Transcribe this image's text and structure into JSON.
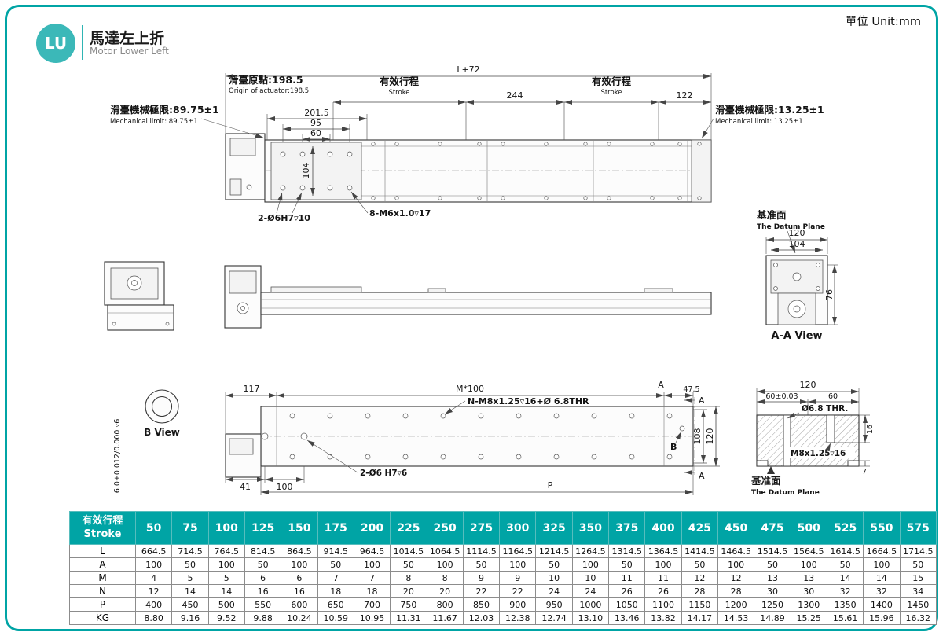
{
  "page": {
    "unit": "單位 Unit:mm",
    "badge": "LU",
    "title_zh": "馬達左上折",
    "title_en": "Motor Lower Left"
  },
  "colors": {
    "accent_teal": "#00A4A5",
    "badge_teal": "#3BB8B8"
  },
  "top_view": {
    "overall": "L+72",
    "origin_zh": "滑臺原點:198.5",
    "origin_en": "Origin of actuator:198.5",
    "stroke_zh": "有效行程",
    "stroke_en": "Stroke",
    "stroke2_zh": "有效行程",
    "stroke2_en": "Stroke",
    "dim_244": "244",
    "dim_122": "122",
    "dim_2015": "201.5",
    "dim_95": "95",
    "dim_60": "60",
    "dim_104": "104",
    "limit_left_zh": "滑臺機械極限:89.75±1",
    "limit_left_en": "Mechanical limit: 89.75±1",
    "limit_right_zh": "滑臺機械極限:13.25±1",
    "limit_right_en": "Mechanical limit: 13.25±1",
    "note_dowel": "2-Ø6H7▿10",
    "note_screw": "8-M6x1.0▿17"
  },
  "aa_view": {
    "datum_zh": "基准面",
    "datum_en": "The Datum Plane",
    "dim_120": "120",
    "dim_104": "104",
    "dim_76": "76",
    "label": "A-A View"
  },
  "b_view": {
    "label": "B View",
    "dim": "6.0+0.012/0.000 ▿6"
  },
  "bottom_view": {
    "dim_117": "117",
    "pitch": "M*100",
    "label_a": "A",
    "dim_475": "47.5",
    "note_thread": "N-M8x1.25▿16+Ø 6.8THR",
    "note_dowel": "2-Ø6 H7▿6",
    "dim_41": "41",
    "dim_100": "100",
    "dim_p": "P",
    "dim_108": "108",
    "dim_120": "120",
    "label_b": "B"
  },
  "section_view": {
    "dim_120": "120",
    "dim_60tol": "60±0.03",
    "dim_60": "60",
    "note_thr": "Ø6.8 THR.",
    "note_m8": "M8x1.25▿16",
    "dim_16": "16",
    "dim_7": "7",
    "datum_zh": "基准面",
    "datum_en": "The Datum Plane"
  },
  "table": {
    "header_label_zh": "有效行程",
    "header_label_en": "Stroke",
    "strokes": [
      "50",
      "75",
      "100",
      "125",
      "150",
      "175",
      "200",
      "225",
      "250",
      "275",
      "300",
      "325",
      "350",
      "375",
      "400",
      "425",
      "450",
      "475",
      "500",
      "525",
      "550",
      "575"
    ],
    "rows": [
      {
        "label": "L",
        "values": [
          "664.5",
          "714.5",
          "764.5",
          "814.5",
          "864.5",
          "914.5",
          "964.5",
          "1014.5",
          "1064.5",
          "1114.5",
          "1164.5",
          "1214.5",
          "1264.5",
          "1314.5",
          "1364.5",
          "1414.5",
          "1464.5",
          "1514.5",
          "1564.5",
          "1614.5",
          "1664.5",
          "1714.5"
        ]
      },
      {
        "label": "A",
        "values": [
          "100",
          "50",
          "100",
          "50",
          "100",
          "50",
          "100",
          "50",
          "100",
          "50",
          "100",
          "50",
          "100",
          "50",
          "100",
          "50",
          "100",
          "50",
          "100",
          "50",
          "100",
          "50"
        ]
      },
      {
        "label": "M",
        "values": [
          "4",
          "5",
          "5",
          "6",
          "6",
          "7",
          "7",
          "8",
          "8",
          "9",
          "9",
          "10",
          "10",
          "11",
          "11",
          "12",
          "12",
          "13",
          "13",
          "14",
          "14",
          "15"
        ]
      },
      {
        "label": "N",
        "values": [
          "12",
          "14",
          "14",
          "16",
          "16",
          "18",
          "18",
          "20",
          "20",
          "22",
          "22",
          "24",
          "24",
          "26",
          "26",
          "28",
          "28",
          "30",
          "30",
          "32",
          "32",
          "34"
        ]
      },
      {
        "label": "P",
        "values": [
          "400",
          "450",
          "500",
          "550",
          "600",
          "650",
          "700",
          "750",
          "800",
          "850",
          "900",
          "950",
          "1000",
          "1050",
          "1100",
          "1150",
          "1200",
          "1250",
          "1300",
          "1350",
          "1400",
          "1450"
        ]
      },
      {
        "label": "KG",
        "values": [
          "8.80",
          "9.16",
          "9.52",
          "9.88",
          "10.24",
          "10.59",
          "10.95",
          "11.31",
          "11.67",
          "12.03",
          "12.38",
          "12.74",
          "13.10",
          "13.46",
          "13.82",
          "14.17",
          "14.53",
          "14.89",
          "15.25",
          "15.61",
          "15.96",
          "16.32"
        ]
      }
    ]
  }
}
